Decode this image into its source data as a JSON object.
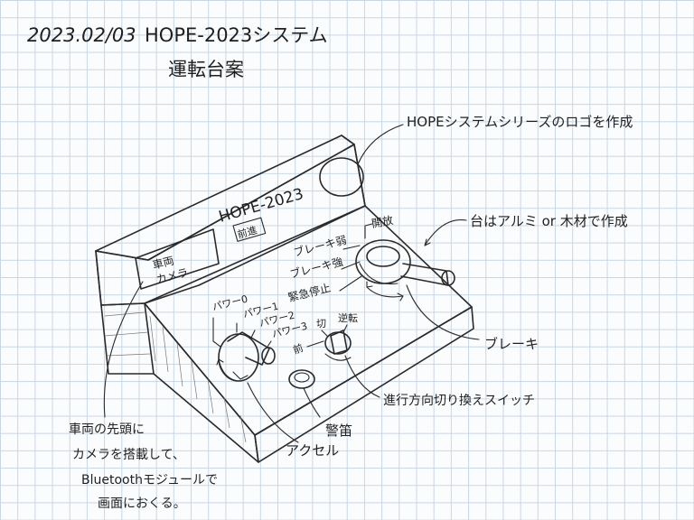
{
  "header": {
    "date": "2023.02/03",
    "title": "HOPE-2023システム",
    "subtitle": "運転台案"
  },
  "panel": {
    "brand": "HOPE-2023",
    "badge": "前進",
    "screen_line1": "車両",
    "screen_line2": "カメラ",
    "brake_labels": {
      "release": "開放",
      "weak": "ブレーキ弱",
      "strong": "ブレーキ強",
      "emergency": "緊急停止"
    },
    "power_labels": {
      "p0": "パワー0",
      "p1": "パワー1",
      "p2": "パワー2",
      "p3": "パワー3"
    },
    "direction_labels": {
      "forward": "前",
      "neutral": "切",
      "reverse": "逆転"
    }
  },
  "annotations": {
    "logo": "HOPEシステムシリーズのロゴを作成",
    "base": "台はアルミ or 木材で作成",
    "brake": "ブレーキ",
    "direction_switch": "進行方向切り換えスイッチ",
    "horn": "警笛",
    "accel": "アクセル",
    "camera_line1": "車両の先頭に",
    "camera_line2": "カメラを搭載して、",
    "camera_line3": "Bluetoothモジュールで",
    "camera_line4": "画面におくる。"
  },
  "colors": {
    "ink": "#1f1f1f",
    "grid": "#c9d6e3",
    "paper": "#fbfcfd"
  }
}
